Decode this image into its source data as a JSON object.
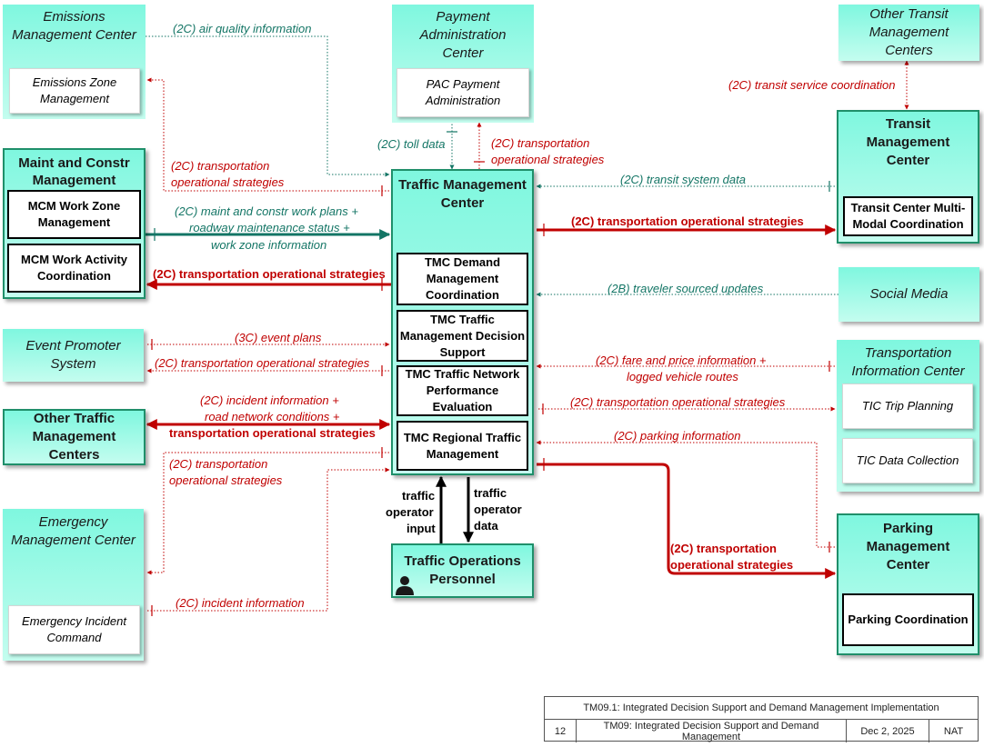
{
  "nodes": {
    "emissions": {
      "title": "Emissions Management Center",
      "sub": "Emissions Zone Management"
    },
    "payment": {
      "title": "Payment Administration Center",
      "sub": "PAC Payment Administration"
    },
    "other_transit": {
      "title": "Other Transit Management Centers"
    },
    "transit": {
      "title": "Transit Management Center",
      "sub": "Transit Center Multi-Modal Coordination"
    },
    "maint": {
      "title": "Maint and Constr Management",
      "sub1": "MCM Work Zone Management",
      "sub2": "MCM Work Activity Coordination"
    },
    "tmc": {
      "title": "Traffic Management Center",
      "subs": [
        "TMC Demand Management Coordination",
        "TMC Traffic Management Decision Support",
        "TMC Traffic Network Performance Evaluation",
        "TMC Regional Traffic Management"
      ]
    },
    "social": {
      "title": "Social Media"
    },
    "event": {
      "title": "Event Promoter System"
    },
    "tic": {
      "title": "Transportation Information Center",
      "sub1": "TIC Trip Planning",
      "sub2": "TIC Data Collection"
    },
    "other_traffic": {
      "title": "Other Traffic Management Centers"
    },
    "emergency": {
      "title": "Emergency Management Center",
      "sub": "Emergency Incident Command"
    },
    "parking": {
      "title": "Parking Management Center",
      "sub": "Parking Coordination"
    },
    "operators": {
      "title": "Traffic Operations Personnel"
    }
  },
  "flows": {
    "air_quality": "(2C) air quality information",
    "emis_tos": [
      "(2C) transportation",
      "operational strategies"
    ],
    "toll_data": "(2C) toll data",
    "pay_tos": [
      "(2C) transportation",
      "operational strategies"
    ],
    "transit_service": "(2C) transit service coordination",
    "transit_system": "(2C) transit system data",
    "transit_tos": "(2C) transportation operational strategies",
    "maint_plans": [
      "(2C) maint and constr work plans +",
      "roadway maintenance status +",
      "work zone information"
    ],
    "maint_tos": "(2C) transportation operational strategies",
    "traveler": "(2B) traveler sourced updates",
    "event_plans": "(3C) event plans",
    "event_tos": "(2C) transportation operational strategies",
    "fare": [
      "(2C) fare and price information +",
      "logged vehicle routes"
    ],
    "tic_tos": "(2C) transportation operational strategies",
    "incident": [
      "(2C) incident information +",
      "road network conditions +",
      "transportation operational strategies"
    ],
    "parking_info": "(2C) parking information",
    "emerg_tos": [
      "(2C) transportation",
      "operational strategies"
    ],
    "emerg_incident": "(2C) incident information",
    "parking_tos": [
      "(2C) transportation",
      "operational strategies"
    ],
    "op_input": [
      "traffic",
      "operator",
      "input"
    ],
    "op_data": [
      "traffic",
      "operator",
      "data"
    ]
  },
  "footer": {
    "title": "TM09.1: Integrated Decision Support and Demand Management Implementation",
    "page": "12",
    "package": "TM09: Integrated Decision Support and Demand Management",
    "date": "Dec 2, 2025",
    "author": "NAT"
  },
  "colors": {
    "red": "#c00000",
    "teal": "#137565",
    "box": "#7ff7df",
    "border": "#1f8f6a"
  }
}
